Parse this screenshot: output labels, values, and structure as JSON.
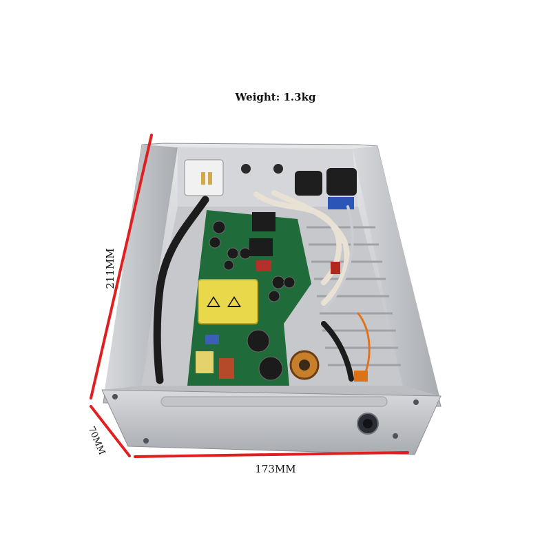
{
  "annotations": {
    "weight": "Weight: 1.3kg",
    "length": "211MM",
    "width": "173MM",
    "height": "70MM"
  },
  "colors": {
    "dimension_line": "#e02020",
    "chassis": "#cfd1d4",
    "pcb": "#1f6b3a",
    "transformer": "#e8d84a"
  },
  "icons": {
    "warning": "high-voltage-warning-icon"
  }
}
